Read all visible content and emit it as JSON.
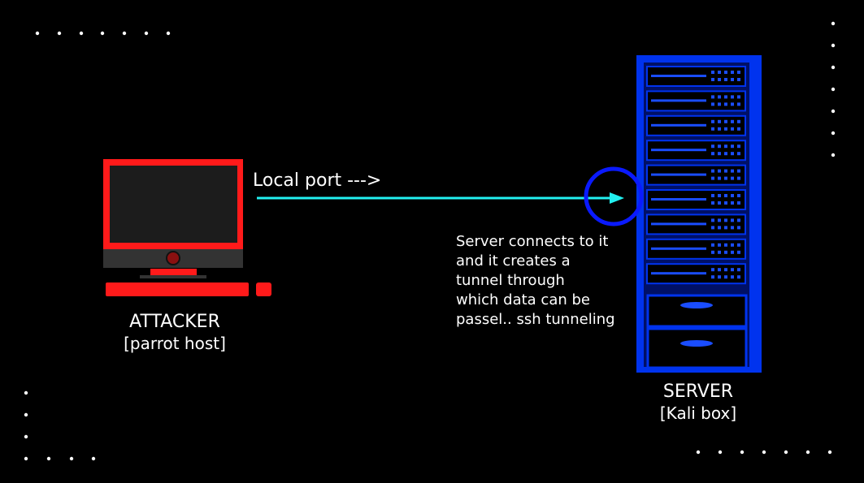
{
  "colors": {
    "background": "#000000",
    "text": "#ffffff",
    "attacker_red": "#ff1a1a",
    "attacker_screen": "#1c1c1c",
    "attacker_bezel": "#333333",
    "server_blue": "#0033ee",
    "server_dark": "#001066",
    "arrow_cyan": "#22f0f0",
    "port_ring": "#0a1aff",
    "dot_white": "#ffffff"
  },
  "nodes": {
    "attacker": {
      "icon": "desktop-computer-icon",
      "title": "ATTACKER",
      "subtitle": "[parrot host]"
    },
    "server": {
      "icon": "server-rack-icon",
      "title": "SERVER",
      "subtitle": "[Kali box]"
    }
  },
  "edge": {
    "label": "Local port --->",
    "from": "attacker",
    "to": "server",
    "endpoint_marker": "port-ring-icon"
  },
  "note": {
    "lines": [
      "Server connects to it",
      "and it creates a",
      "tunnel through",
      "which data can be",
      "passel.. ssh tunneling"
    ]
  },
  "decorations": {
    "dot_rows": [
      "top-left",
      "right-column",
      "bottom-left",
      "bottom-right"
    ]
  }
}
